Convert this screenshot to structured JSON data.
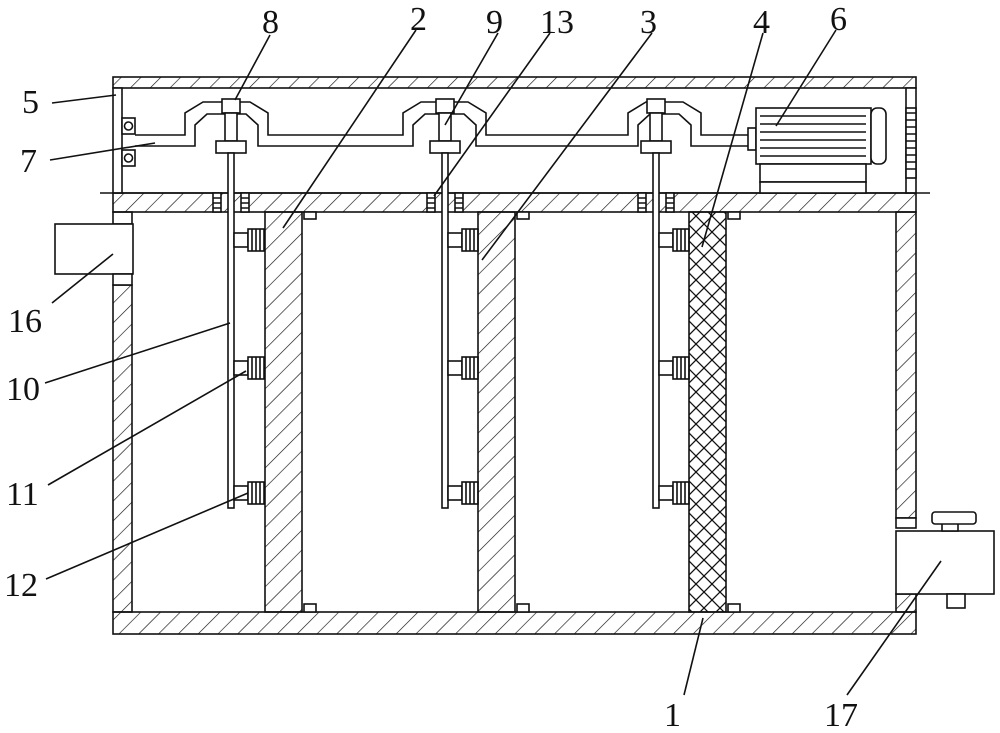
{
  "labels": {
    "l1": "1",
    "l2": "2",
    "l3": "3",
    "l4": "4",
    "l5": "5",
    "l6": "6",
    "l7": "7",
    "l8": "8",
    "l9": "9",
    "l10": "10",
    "l11": "11",
    "l12": "12",
    "l13": "13",
    "l16": "16",
    "l17": "17"
  }
}
